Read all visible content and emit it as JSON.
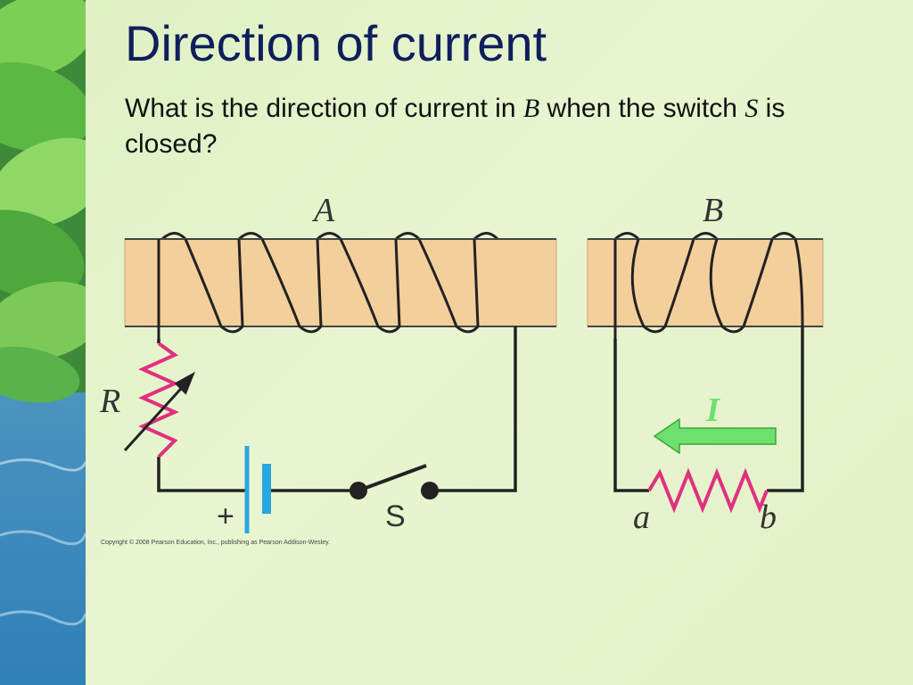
{
  "slide": {
    "title": "Direction of current",
    "question_part1": "What is the direction of current in ",
    "question_var_b": "B",
    "question_part2": " when the switch ",
    "question_var_s": "S",
    "question_part3": " is closed?"
  },
  "diagram": {
    "label_a_coil": "A",
    "label_b_coil": "B",
    "label_r": "R",
    "label_s": "S",
    "label_plus": "+",
    "label_i": "I",
    "label_a_terminal": "a",
    "label_b_terminal": "b",
    "copyright": "Copyright © 2008 Pearson Education, Inc., publishing as Pearson Addison-Wesley."
  },
  "colors": {
    "title": "#0f1f5c",
    "rod": "#f3cf9c",
    "wire": "#222222",
    "resistor": "#e0307f",
    "battery": "#2aa6df",
    "current_arrow": "#6fe06f"
  },
  "icons": [
    "leaf-strip-decoration",
    "current-arrow-icon"
  ]
}
